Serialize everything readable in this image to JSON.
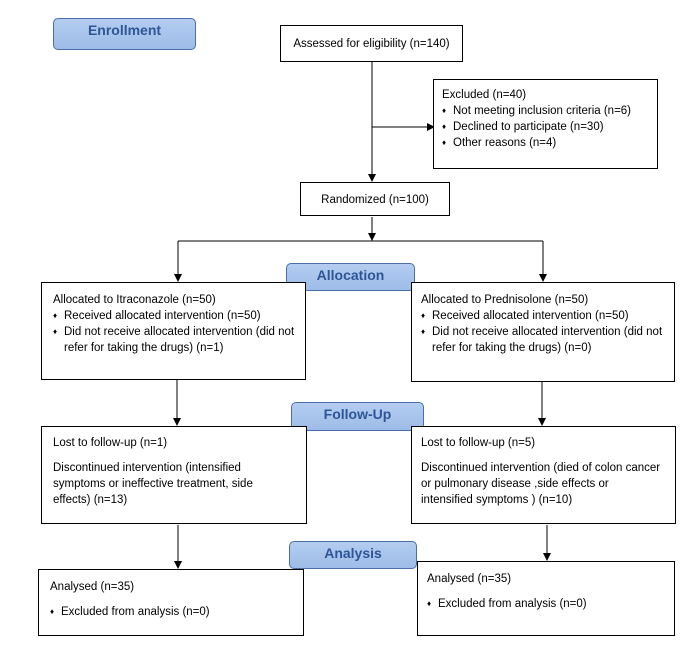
{
  "stages": {
    "enrollment": "Enrollment",
    "allocation": "Allocation",
    "followup": "Follow-Up",
    "analysis": "Analysis"
  },
  "boxes": {
    "assessed": "Assessed for eligibility (n=140)",
    "excluded": {
      "title": "Excluded (n=40)",
      "items": [
        "Not meeting inclusion criteria (n=6)",
        "Declined to participate (n=30)",
        "Other reasons (n=4)"
      ]
    },
    "randomized": "Randomized (n=100)",
    "alloc_left": {
      "title": "Allocated to Itraconazole (n=50)",
      "item1": "Received allocated intervention (n=50)",
      "item2_line1": "Did not receive allocated intervention (did not",
      "item2_line2": "refer for taking the drugs) (n=1)"
    },
    "alloc_right": {
      "title": "Allocated to Prednisolone (n=50)",
      "item1": "Received allocated intervention (n=50)",
      "item2_line1": "Did not receive allocated intervention (did not",
      "item2_line2": "refer for taking the drugs) (n=0)"
    },
    "follow_left": {
      "lost": "Lost to follow-up (n=1)",
      "disc_line1": "Discontinued intervention (intensified",
      "disc_line2": "symptoms or ineffective treatment, side",
      "disc_line3": "effects) (n=13)"
    },
    "follow_right": {
      "lost": "Lost to follow-up (n=5)",
      "disc_line1": "Discontinued intervention (died of colon cancer",
      "disc_line2": "or pulmonary disease ,side effects or",
      "disc_line3": "intensified symptoms  ) (n=10)"
    },
    "analysis_left": {
      "analysed": "Analysed (n=35)",
      "excluded": "Excluded from analysis (n=0)"
    },
    "analysis_right": {
      "analysed": "Analysed (n=35)",
      "excluded": "Excluded from analysis (n=0)"
    }
  },
  "bullet_symbol": "♦"
}
